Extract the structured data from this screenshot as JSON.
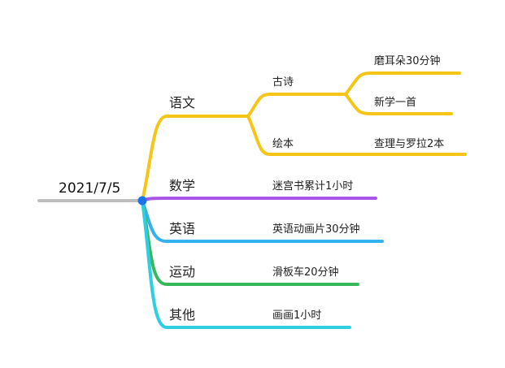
{
  "root": {
    "label": "2021/7/5",
    "color": "#bdbdbd",
    "node_color": "#1a73e8"
  },
  "branches": [
    {
      "label": "语文",
      "color": "#f5c518",
      "children": [
        {
          "label": "古诗",
          "children": [
            {
              "label": "磨耳朵30分钟"
            },
            {
              "label": "新学一首"
            }
          ]
        },
        {
          "label": "绘本",
          "children": [
            {
              "label": "查理与罗拉2本"
            }
          ]
        }
      ]
    },
    {
      "label": "数学",
      "color": "#a855e8",
      "children": [
        {
          "label": "迷宫书累计1小时"
        }
      ]
    },
    {
      "label": "英语",
      "color": "#35b0f0",
      "children": [
        {
          "label": "英语动画片30分钟"
        }
      ]
    },
    {
      "label": "运动",
      "color": "#38b85c",
      "children": [
        {
          "label": "滑板车20分钟"
        }
      ]
    },
    {
      "label": "其他",
      "color": "#2ecfe0",
      "children": [
        {
          "label": "画画1小时"
        }
      ]
    }
  ]
}
